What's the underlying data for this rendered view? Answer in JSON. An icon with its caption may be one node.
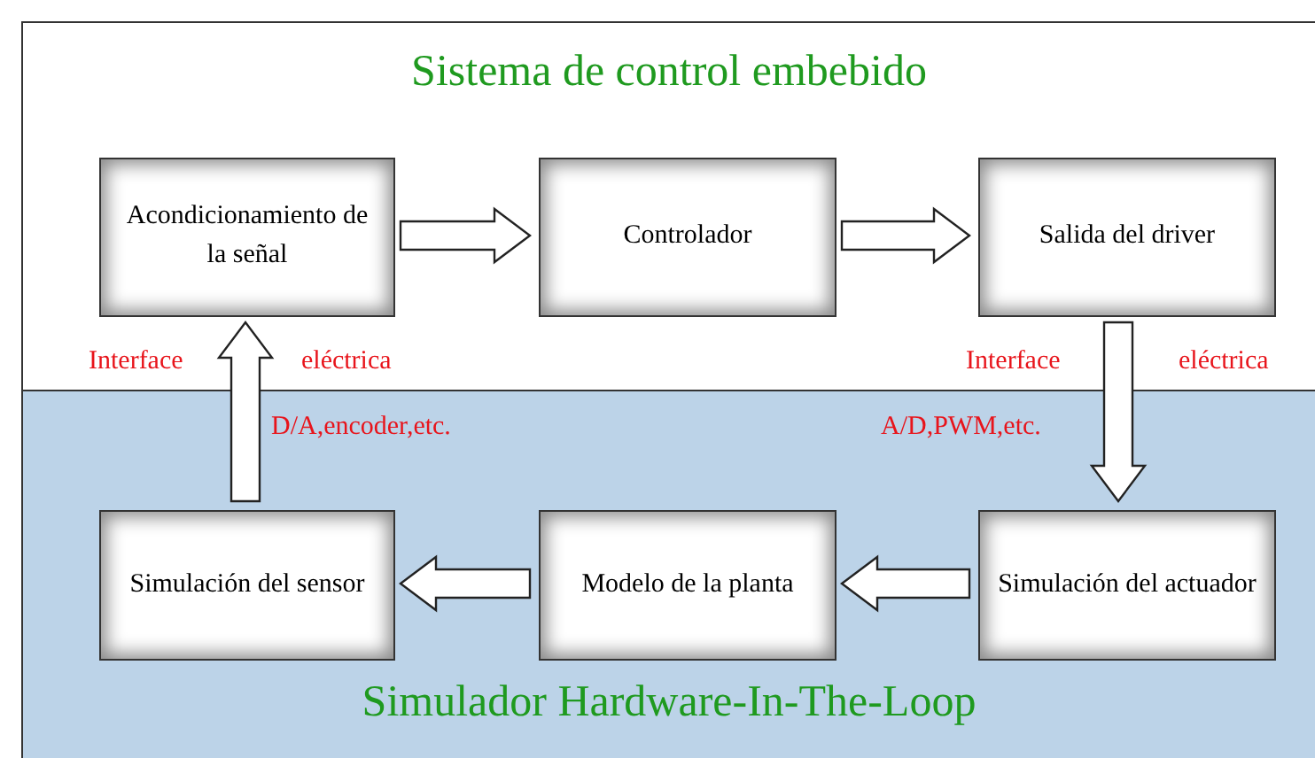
{
  "diagram": {
    "nodes": [
      {
        "text": [
          "Sistema de control embebido"
        ]
      },
      {
        "text": [
          "Acondicionamiento de la señal"
        ],
        "in": 0
      },
      {
        "text": [
          "Controlador"
        ],
        "in": 0
      },
      {
        "text": [
          "Salida del driver"
        ],
        "in": 0
      },
      {
        "text": [
          "Simulador Hardware-In-The-Loop"
        ]
      },
      {
        "text": [
          "Simulación del sensor"
        ],
        "in": 4
      },
      {
        "text": [
          "Modelo de la planta"
        ],
        "in": 4
      },
      {
        "text": [
          "Simulación del actuador"
        ],
        "in": 4
      }
    ],
    "edges": [
      {
        "from": 1,
        "to": 2,
        "arrow": "to"
      },
      {
        "from": 2,
        "to": 3,
        "arrow": "to"
      },
      {
        "from": 3,
        "to": 7,
        "arrow": "to"
      },
      {
        "from": 7,
        "to": 6,
        "arrow": "to"
      },
      {
        "from": 6,
        "to": 5,
        "arrow": "to"
      },
      {
        "from": 5,
        "to": 1,
        "arrow": "to"
      }
    ],
    "labels": [
      "Interface",
      "eléctrica",
      "Interface",
      "eléctrica",
      "D/A,encoder,etc.",
      "A/D,PWM,etc."
    ]
  }
}
